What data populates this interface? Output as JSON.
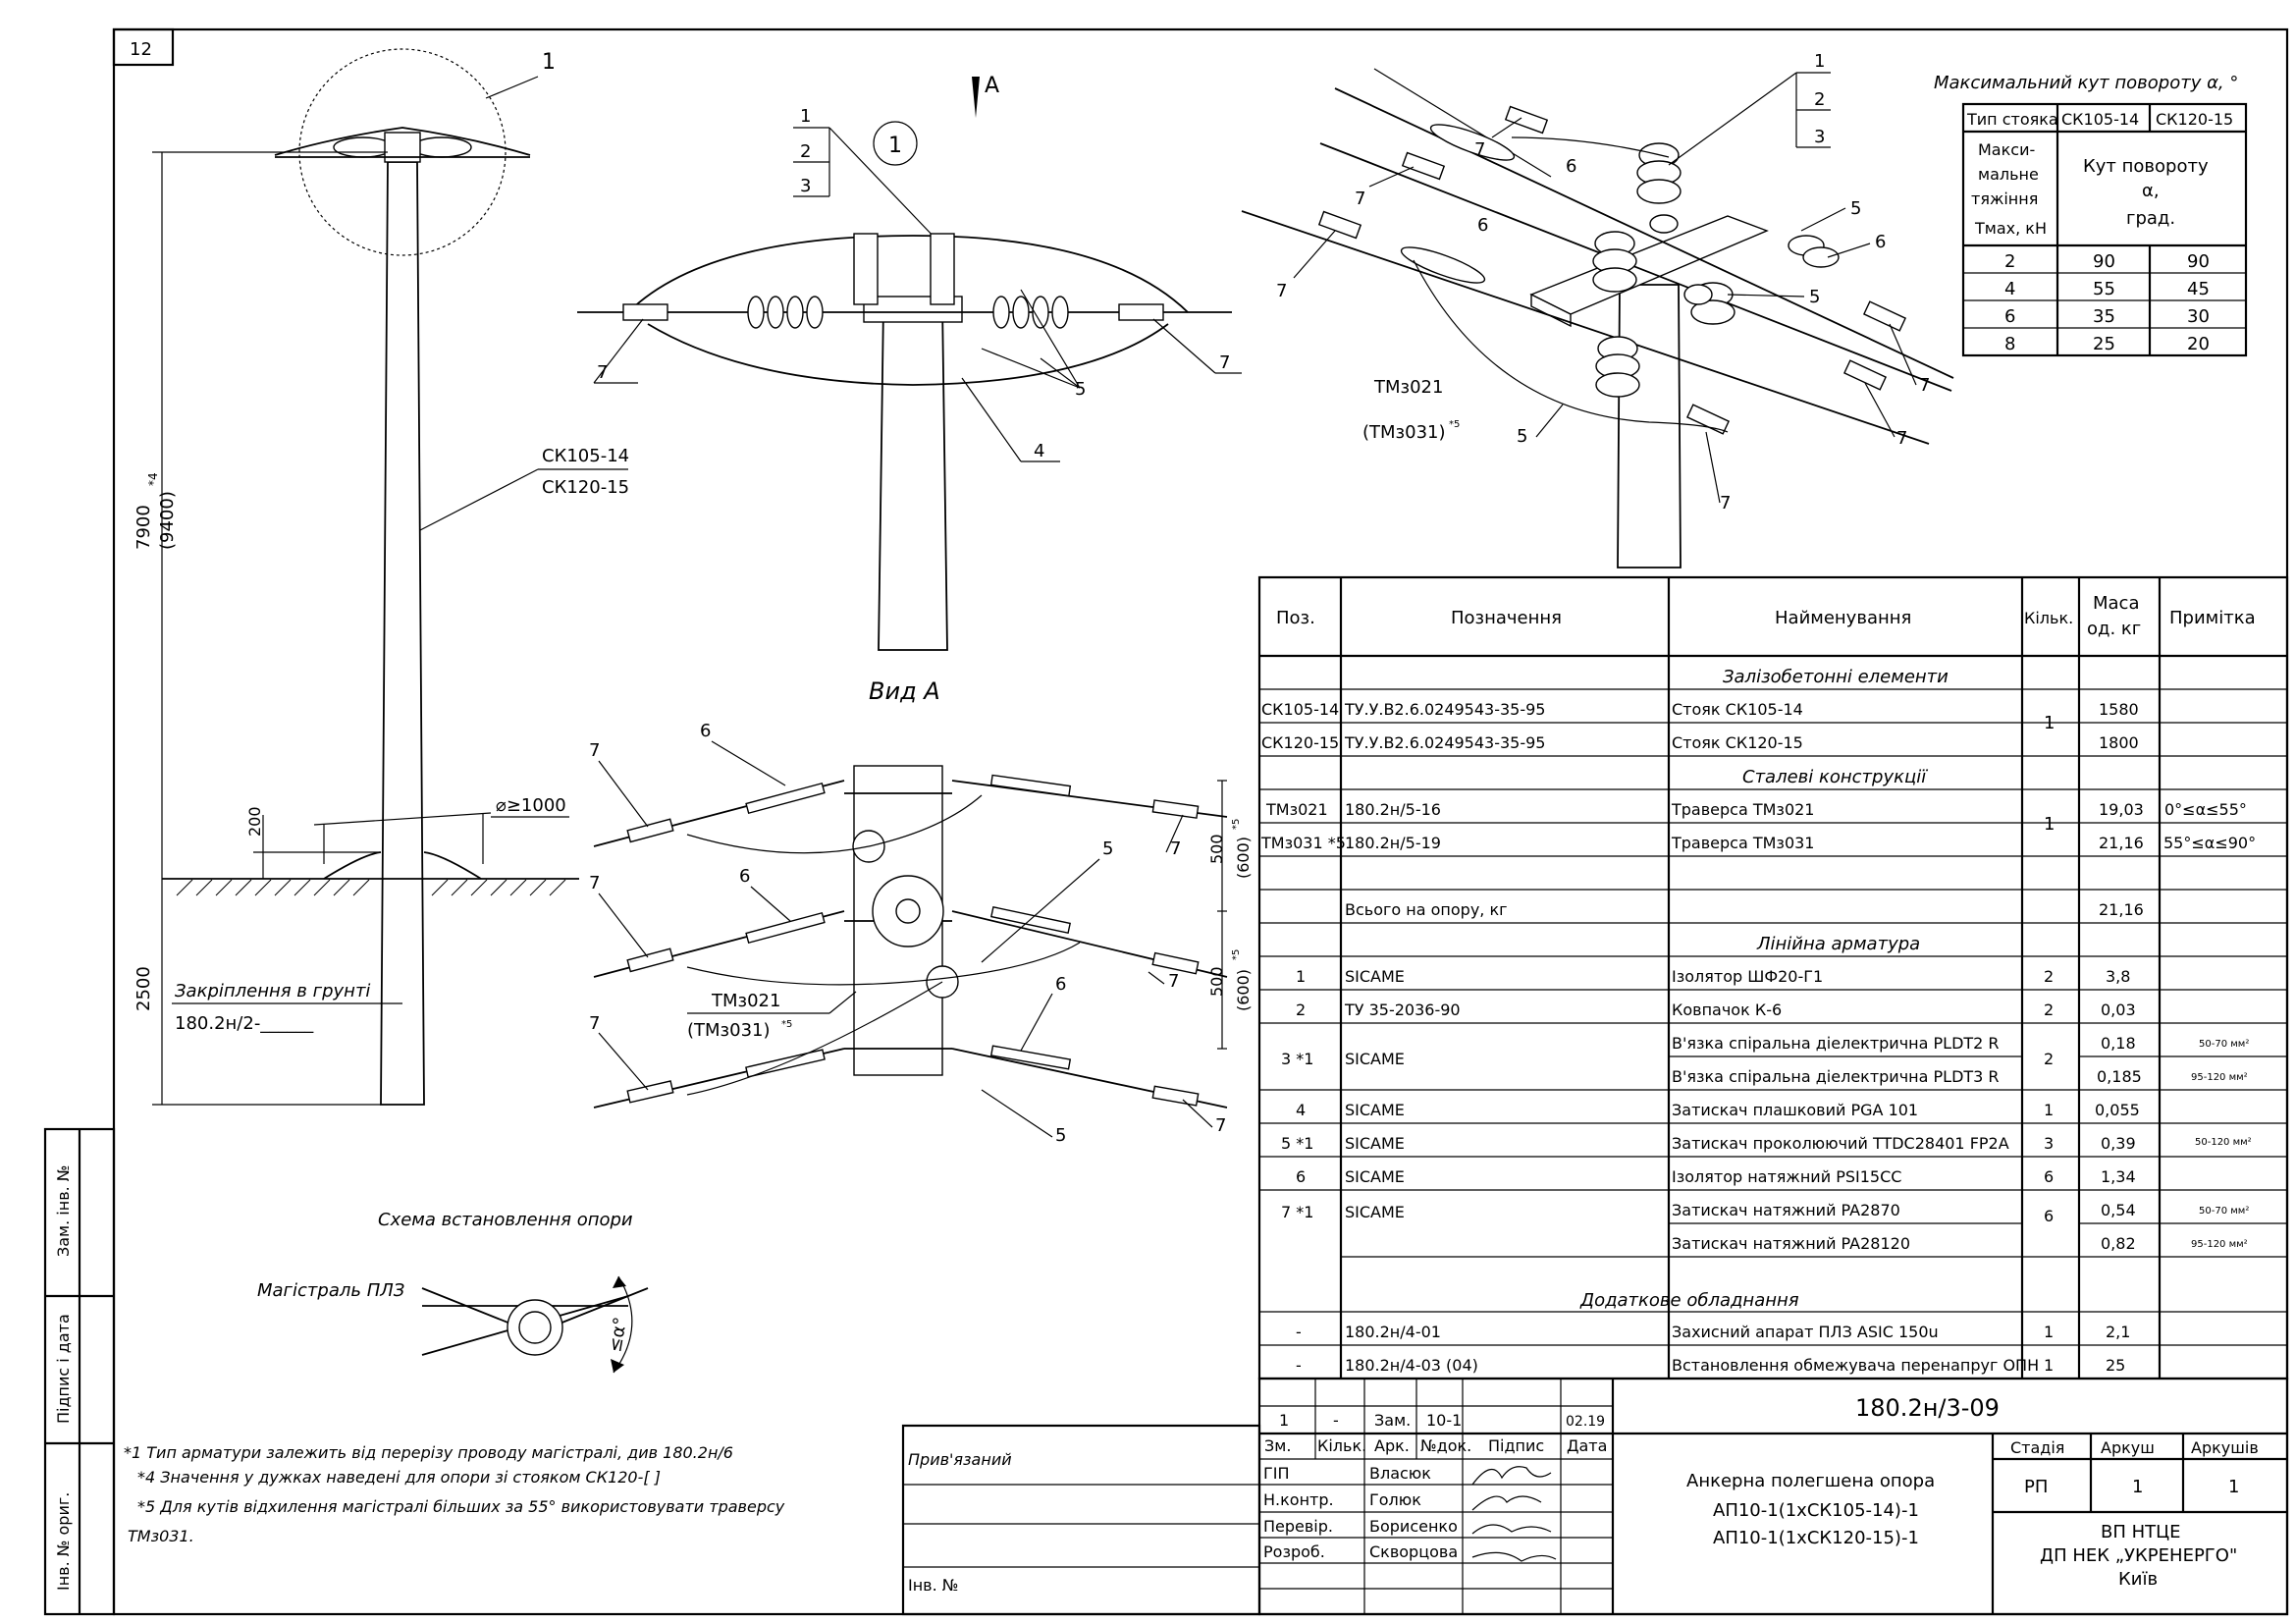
{
  "sheet": {
    "corner_number": "12",
    "bottom_left_labels": [
      "Зам. інв. №",
      "Підпис і дата",
      "Інв. № ориг."
    ]
  },
  "pole_view": {
    "callout": "1",
    "pole_label_1": "СК105-14",
    "pole_label_2": "СК120-15",
    "height_dim": "7900",
    "height_alt": "(9400)",
    "height_note": "*4",
    "embed_dim": "2500",
    "mound_dim": "200",
    "diameter": "⌀≥1000",
    "ground_fix_label": "Закріплення в грунті",
    "ground_fix_ref": "180.2н/2-______"
  },
  "view_1": {
    "callout": "1",
    "arrow_label": "A",
    "view_label": "Вид А",
    "leaders": [
      "1",
      "2",
      "3",
      "4",
      "5",
      "7",
      "7"
    ]
  },
  "view_a": {
    "leaders": [
      "6",
      "7",
      "7",
      "6",
      "7",
      "5",
      "6",
      "7",
      "5",
      "7",
      "7"
    ],
    "dim_500_1": "500",
    "dim_600_1": "(600)",
    "dim_note_1": "*5",
    "dim_500_2": "500",
    "dim_600_2": "(600)",
    "dim_note_2": "*5",
    "traverse_1": "ТМз021",
    "traverse_2": "(ТМз031)",
    "traverse_note": "*5"
  },
  "iso_view": {
    "leaders": [
      "1",
      "2",
      "3",
      "7",
      "6",
      "7",
      "6",
      "7",
      "5",
      "6",
      "5",
      "7",
      "5",
      "7",
      "7"
    ],
    "traverse_1": "ТМз021",
    "traverse_2": "(ТМз031)",
    "traverse_note": "*5"
  },
  "angle_table": {
    "title": "Максимальний кут повороту α, °",
    "header_type": "Тип стояка",
    "header_col1": "СК105-14",
    "header_col2": "СК120-15",
    "row_label_lines": [
      "Макси-",
      "мальне",
      "тяжіння",
      "Tмах, кН"
    ],
    "merged_header_lines": [
      "Кут повороту",
      "α,",
      "град."
    ],
    "rows": [
      {
        "t": "2",
        "a": "90",
        "b": "90"
      },
      {
        "t": "4",
        "a": "55",
        "b": "45"
      },
      {
        "t": "6",
        "a": "35",
        "b": "30"
      },
      {
        "t": "8",
        "a": "25",
        "b": "20"
      }
    ]
  },
  "spec_table": {
    "headers": {
      "pos": "Поз.",
      "designation": "Позначення",
      "name": "Найменування",
      "qty": "Кільк.",
      "mass_1": "Маса",
      "mass_2": "од. кг",
      "note": "Примітка"
    },
    "section_1": "Залізобетонні елементи",
    "section_2": "Сталеві конструкції",
    "section_3": "Лінійна арматура",
    "section_4": "Додаткове обладнання",
    "rows_concrete": [
      {
        "pos": "СК105-14",
        "des": "ТУ.У.В2.6.0249543-35-95",
        "name": "Стояк СК105-14",
        "mass": "1580"
      },
      {
        "pos": "СК120-15",
        "des": "ТУ.У.В2.6.0249543-35-95",
        "name": "Стояк СК120-15",
        "mass": "1800"
      }
    ],
    "qty_concrete": "1",
    "rows_steel": [
      {
        "pos": "ТМз021",
        "des": "180.2н/5-16",
        "name": "Траверса ТМз021",
        "mass": "19,03",
        "note": "0°≤α≤55°"
      },
      {
        "pos": "ТМз031 *5",
        "des": "180.2н/5-19",
        "name": "Траверса ТМз031",
        "mass": "21,16",
        "note": "55°≤α≤90°"
      }
    ],
    "qty_steel": "1",
    "total_label": "Всього на опору, кг",
    "total_value": "21,16",
    "rows_fittings": [
      {
        "pos": "1",
        "des": "SICAME",
        "name": "Ізолятор ШФ20-Г1",
        "qty": "2",
        "mass": "3,8",
        "note": ""
      },
      {
        "pos": "2",
        "des": "ТУ 35-2036-90",
        "name": "Ковпачок К-6",
        "qty": "2",
        "mass": "0,03",
        "note": ""
      },
      {
        "pos": "",
        "des": "",
        "name": "В'язка спіральна діелектрична PLDT2 R",
        "qty": "",
        "mass": "0,18",
        "note": "50-70 мм²"
      },
      {
        "pos": "3 *1",
        "des": "SICAME",
        "name": "В'язка спіральна діелектрична PLDT3 R",
        "qty": "2",
        "mass": "0,185",
        "note": "95-120 мм²"
      },
      {
        "pos": "4",
        "des": "SICAME",
        "name": "Затискач плашковий PGA 101",
        "qty": "1",
        "mass": "0,055",
        "note": ""
      },
      {
        "pos": "5 *1",
        "des": "SICAME",
        "name": "Затискач проколюючий TTDC28401 FP2A",
        "qty": "3",
        "mass": "0,39",
        "note": "50-120 мм²"
      },
      {
        "pos": "6",
        "des": "SICAME",
        "name": "Ізолятор натяжний PSI15CC",
        "qty": "6",
        "mass": "1,34",
        "note": ""
      },
      {
        "pos": "7 *1",
        "des": "SICAME",
        "name": "Затискач натяжний PA2870",
        "qty": "6",
        "mass": "0,54",
        "note": "50-70 мм²"
      },
      {
        "pos": "",
        "des": "",
        "name": "Затискач натяжний PA28120",
        "qty": "",
        "mass": "0,82",
        "note": "95-120 мм²"
      }
    ],
    "rows_extra": [
      {
        "pos": "-",
        "des": "180.2н/4-01",
        "name": "Захисний апарат ПЛЗ ASIC 150u",
        "qty": "1",
        "mass": "2,1"
      },
      {
        "pos": "-",
        "des": "180.2н/4-03 (04)",
        "name": "Встановлення обмежувача перенапруг ОПН",
        "qty": "1",
        "mass": "25"
      }
    ]
  },
  "install_scheme": {
    "title": "Схема встановлення опори",
    "line_label": "Магістраль ПЛЗ",
    "angle_label": "≤α°"
  },
  "notes": [
    "*1 Тип арматури залежить від перерізу проводу магістралі, див 180.2н/6",
    "*4 Значення у дужках наведені для опори зі стояком СК120-[  ]",
    "*5 Для кутів відхилення магістралі більших за 55° використовувати траверсу",
    "ТМз031."
  ],
  "title_block": {
    "code": "180.2н/3-09",
    "rev_row": [
      "1",
      "-",
      "Зам.",
      "10-1",
      "",
      "02.19"
    ],
    "headers": [
      "Зм.",
      "Кільк.",
      "Арк.",
      "№док.",
      "Підпис",
      "Дата"
    ],
    "roles": [
      {
        "role": "ГІП",
        "name": "Власюк"
      },
      {
        "role": "Н.контр.",
        "name": "Голюк"
      },
      {
        "role": "Перевір.",
        "name": "Борисенко"
      },
      {
        "role": "Розроб.",
        "name": "Скворцова"
      }
    ],
    "attached": "Прив'язаний",
    "inv_no": "Інв. №",
    "description": [
      "Анкерна полегшена опора",
      "АП10-1(1хСК105-14)-1",
      "АП10-1(1хСК120-15)-1"
    ],
    "stage_header": "Стадія",
    "sheet_header": "Аркуш",
    "sheets_header": "Аркушів",
    "stage": "РП",
    "sheet": "1",
    "sheets": "1",
    "org": [
      "ВП НТЦЕ",
      "ДП НЕК „УКРЕНЕРГО\"",
      "Київ"
    ]
  }
}
